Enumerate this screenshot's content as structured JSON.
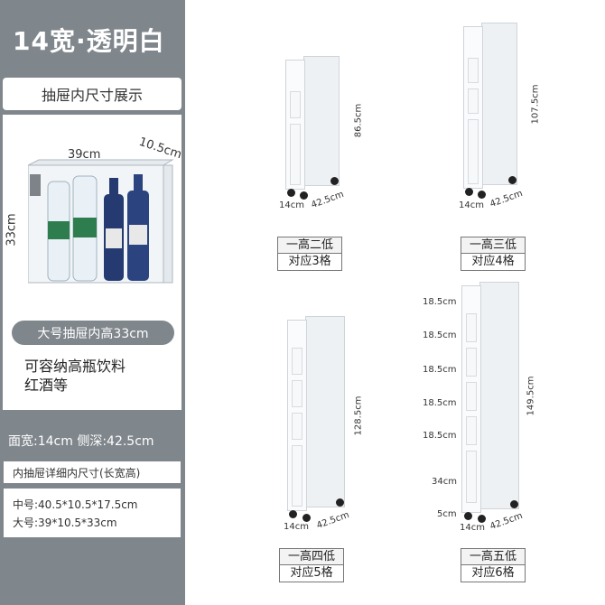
{
  "left_panel": {
    "title": "14宽·透明白",
    "section_label": "抽屉内尺寸展示",
    "drawer_dims": {
      "width": "39cm",
      "depth": "10.5cm",
      "height": "33cm"
    },
    "pill": "大号抽屉内高33cm",
    "caption_line1": "可容纳高瓶饮料",
    "caption_line2": "红酒等",
    "face_dims": "面宽:14cm 侧深:42.5cm",
    "detail_title": "内抽屉详细内尺寸(长宽高)",
    "detail_medium": "中号:40.5*10.5*17.5cm",
    "detail_large": "大号:39*10.5*33cm"
  },
  "units": [
    {
      "height": "86.5cm",
      "width": "14cm",
      "depth": "42.5cm",
      "tag_top": "一高二低",
      "tag_bottom": "对应3格"
    },
    {
      "height": "107.5cm",
      "width": "14cm",
      "depth": "42.5cm",
      "tag_top": "一高三低",
      "tag_bottom": "对应4格"
    },
    {
      "height": "128.5cm",
      "width": "14cm",
      "depth": "42.5cm",
      "tag_top": "一高四低",
      "tag_bottom": "对应5格"
    },
    {
      "height": "149.5cm",
      "width": "14cm",
      "depth": "42.5cm",
      "tag_top": "一高五低",
      "tag_bottom": "对应6格",
      "tier_labels": [
        "18.5cm",
        "18.5cm",
        "18.5cm",
        "18.5cm",
        "18.5cm",
        "34cm",
        "5cm"
      ]
    }
  ]
}
